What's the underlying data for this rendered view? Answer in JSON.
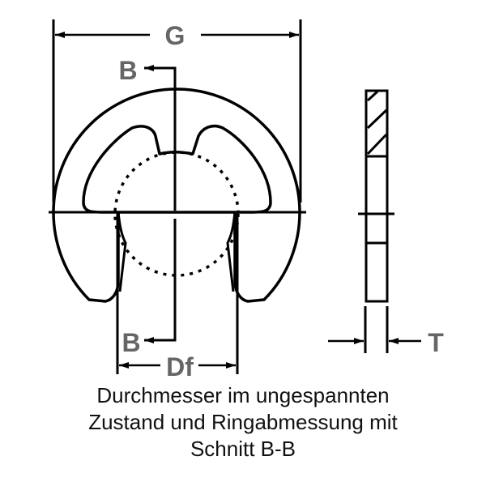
{
  "diagram": {
    "type": "technical-drawing",
    "subject": "E-ring retaining washer (Sicherungsscheibe) with section view",
    "colors": {
      "line": "#000000",
      "label": "#666666",
      "caption": "#111111",
      "background": "#ffffff"
    },
    "dimensions": {
      "outer_width": {
        "label": "G"
      },
      "shaft_diameter": {
        "label": "Df"
      },
      "thickness": {
        "label": "T"
      }
    },
    "section_markers": {
      "top": {
        "label": "B"
      },
      "bottom": {
        "label": "B"
      }
    },
    "views": [
      {
        "name": "front-view",
        "description": "E-ring with three inner lugs, dotted shaft circle, centerlines"
      },
      {
        "name": "section-view",
        "description": "Section B-B, hatched top portion"
      }
    ]
  },
  "caption": {
    "lines": [
      "Durchmesser im ungespannten",
      "Zustand und Ringabmessung mit",
      "Schnitt B-B"
    ]
  }
}
